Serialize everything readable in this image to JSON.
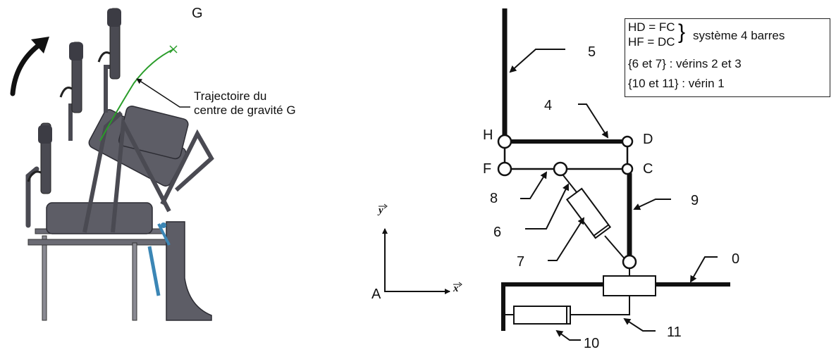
{
  "left_figure": {
    "point_label": "G",
    "trajectory_caption_line1": "Trajectoire du",
    "trajectory_caption_line2": "centre de gravité G",
    "colors": {
      "frame": "#5d5d66",
      "frame_dark": "#3c3c44",
      "trajectory": "#2a9d2a",
      "actuator": "#3b86b5"
    }
  },
  "right_figure": {
    "points": {
      "H": "H",
      "D": "D",
      "F": "F",
      "C": "C",
      "A": "A"
    },
    "axes": {
      "y": "y",
      "x": "x"
    },
    "part_numbers": {
      "p0": "0",
      "p4": "4",
      "p5": "5",
      "p6": "6",
      "p7": "7",
      "p8": "8",
      "p9": "9",
      "p10": "10",
      "p11": "11"
    },
    "legend": {
      "line1": "HD = FC",
      "line2": "HF = DC",
      "brace_text": "système 4 barres",
      "line3": "{6 et 7} : vérins 2 et 3",
      "line4": "{10 et 11} : vérin 1"
    }
  }
}
